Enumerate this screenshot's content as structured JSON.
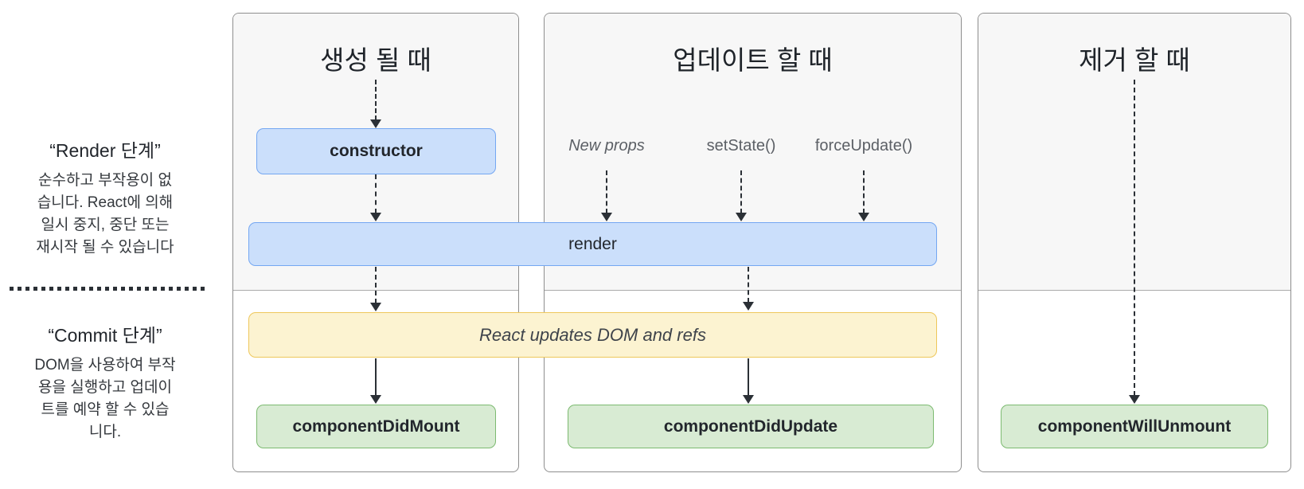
{
  "sidebar": {
    "render_phase": {
      "title": "“Render 단계”",
      "description": "순수하고 부작용이 없\n습니다. React에 의해\n일시 중지, 중단 또는\n재시작 될 수 있습니다"
    },
    "commit_phase": {
      "title": "“Commit 단계”",
      "description": "DOM을 사용하여 부작\n용을 실행하고 업데이\n트를 예약 할 수 있습\n니다."
    }
  },
  "columns": {
    "mount": {
      "header": "생성 될 때"
    },
    "update": {
      "header": "업데이트 할 때",
      "triggers": {
        "new_props": "New props",
        "set_state": "setState()",
        "force_update": "forceUpdate()"
      }
    },
    "unmount": {
      "header": "제거 할 때"
    }
  },
  "nodes": {
    "constructor": "constructor",
    "render": "render",
    "react_updates": "React updates DOM and refs",
    "component_did_mount": "componentDidMount",
    "component_did_update": "componentDidUpdate",
    "component_will_unmount": "componentWillUnmount"
  },
  "colors": {
    "blue_fill": "#cbdffb",
    "blue_border": "#74a7f2",
    "yellow_fill": "#fcf3d1",
    "yellow_border": "#eec75b",
    "green_fill": "#d8ebd3",
    "green_border": "#7cba70",
    "panel_top_bg": "#f7f7f7",
    "panel_border": "#8e8e8e",
    "arrow": "#2b3036",
    "text_dark": "#22262c",
    "text_muted": "#5c6066"
  }
}
